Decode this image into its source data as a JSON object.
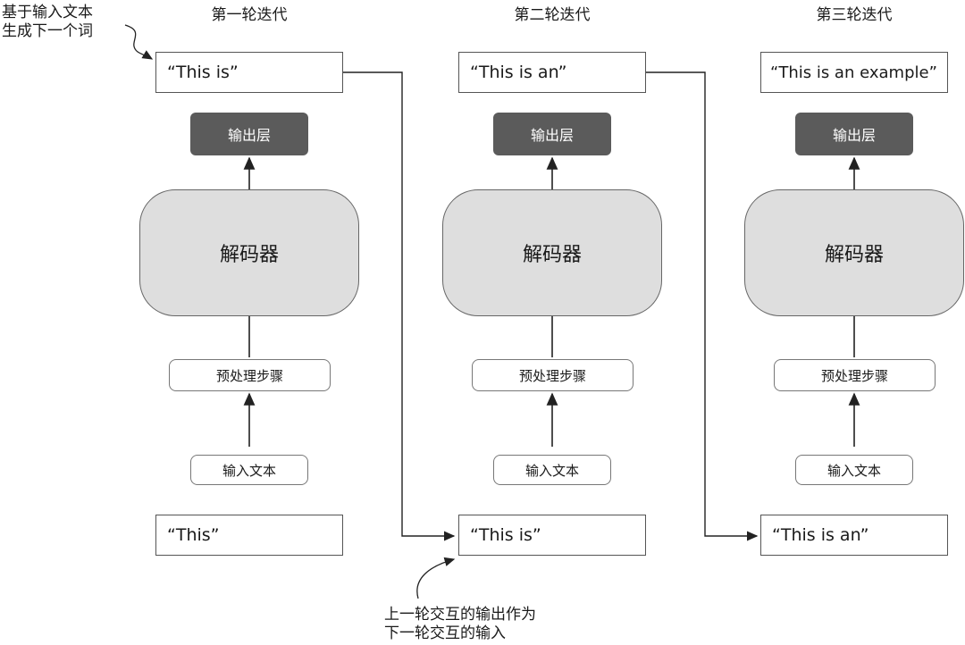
{
  "annotations": {
    "top_left": [
      "基于输入文本",
      "生成下一个词"
    ],
    "bottom": [
      "上一轮交互的输出作为",
      "下一轮交互的输入"
    ]
  },
  "iterations": [
    {
      "title": "第一轮迭代",
      "output_text": "“This is”",
      "output_layer": "输出层",
      "decoder": "解码器",
      "preprocess": "预处理步骤",
      "input_label": "输入文本",
      "input_text": "“This”"
    },
    {
      "title": "第二轮迭代",
      "output_text": "“This is an”",
      "output_layer": "输出层",
      "decoder": "解码器",
      "preprocess": "预处理步骤",
      "input_label": "输入文本",
      "input_text": "“This is”"
    },
    {
      "title": "第三轮迭代",
      "output_text": "“This is an example”",
      "output_layer": "输出层",
      "decoder": "解码器",
      "preprocess": "预处理步骤",
      "input_label": "输入文本",
      "input_text": "“This is an”"
    }
  ]
}
